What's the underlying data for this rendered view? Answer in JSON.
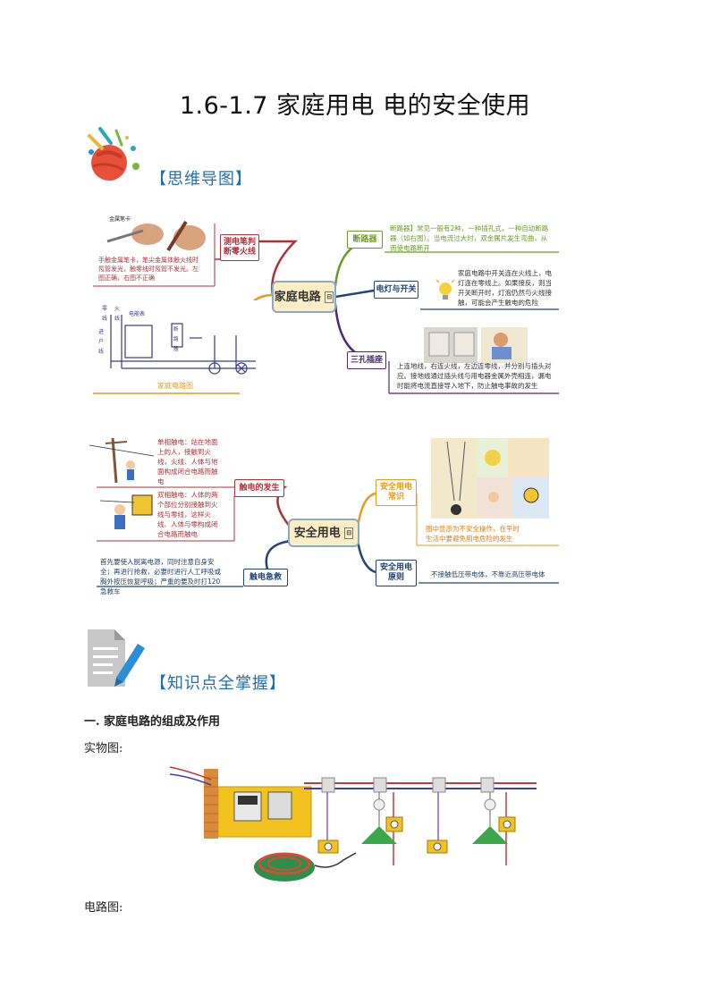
{
  "document": {
    "title": "1.6-1.7 家庭用电 电的安全使用",
    "section_mindmap": "【思维导图】",
    "section_knowledge": "【知识点全掌握】",
    "heading_1": "一. 家庭电路的组成及作用",
    "label_physical": "实物图:",
    "label_circuit": "电路图:"
  },
  "mindmap1": {
    "center": "家庭电路",
    "pen_branch": "测电笔判\n断零火线",
    "pen_caption": "手触金属笔卡，笔尖金属体触火线时\n氖管发光，触零线时氖管不发光。左\n图正确，右图不正确",
    "pen_tag": "金属笔卡",
    "circuit_caption": "家庭电路图",
    "circuit_labels": [
      "零线",
      "火线",
      "电能表",
      "进户线",
      "断路器"
    ],
    "breaker_branch": "断路器",
    "breaker_note": "断路器】常见一般有2种，一种插孔式，一种自动断路\n器（如右图）。当电流过大时，双金属片发生弯曲，从\n而使电路断开",
    "light_branch": "电灯与开关",
    "light_note": "家庭电路中开关连在火线上，电\n灯连在零线上。如果接反，则当\n开关断开时，灯泡仍然与火线接\n触，可能会产生触电的危险",
    "socket_branch": "三孔插座",
    "socket_note": "上连地线，右连火线，左边连零线，并分别与插头对\n应。接地线通过插头线与用电器金属外壳相连，漏电\n时能将电流直接导入地下，防止触电事故的发生"
  },
  "mindmap2": {
    "center": "安全用电",
    "shock_branch": "触电的发生",
    "single_note": "单相触电：站在地面\n上的人，接触到火\n线，火线、人体与地\n面构成闭合电路而触\n电",
    "double_note": "双相触电：人体的两\n个部位分别接触到火\n线与零线，这样火\n线、人体与零构成闭\n合电路而触电",
    "rescue_branch": "触电急救",
    "rescue_note": "首先要使人脱离电源，同时注意自身安\n全；再进行抢救，必要时进行人工呼吸或\n胸外按压恢复呼吸；严重的要及时打120\n急救车",
    "common_branch": "安全用电\n常识",
    "common_note": "图中显示为不安全操作，在平时\n生活中要避免用电危险的发生",
    "principle_branch": "安全用电\n原则",
    "principle_note": "不接触低压带电体，不靠近高压带电体"
  },
  "colors": {
    "heading_blue": "#1f6fb2",
    "branch_red": "#b0303a",
    "branch_green": "#6e9a2c",
    "branch_navy": "#23456f",
    "branch_purple": "#4b2a78",
    "branch_orange": "#e89a1e",
    "note_orange": "#e07b14"
  }
}
